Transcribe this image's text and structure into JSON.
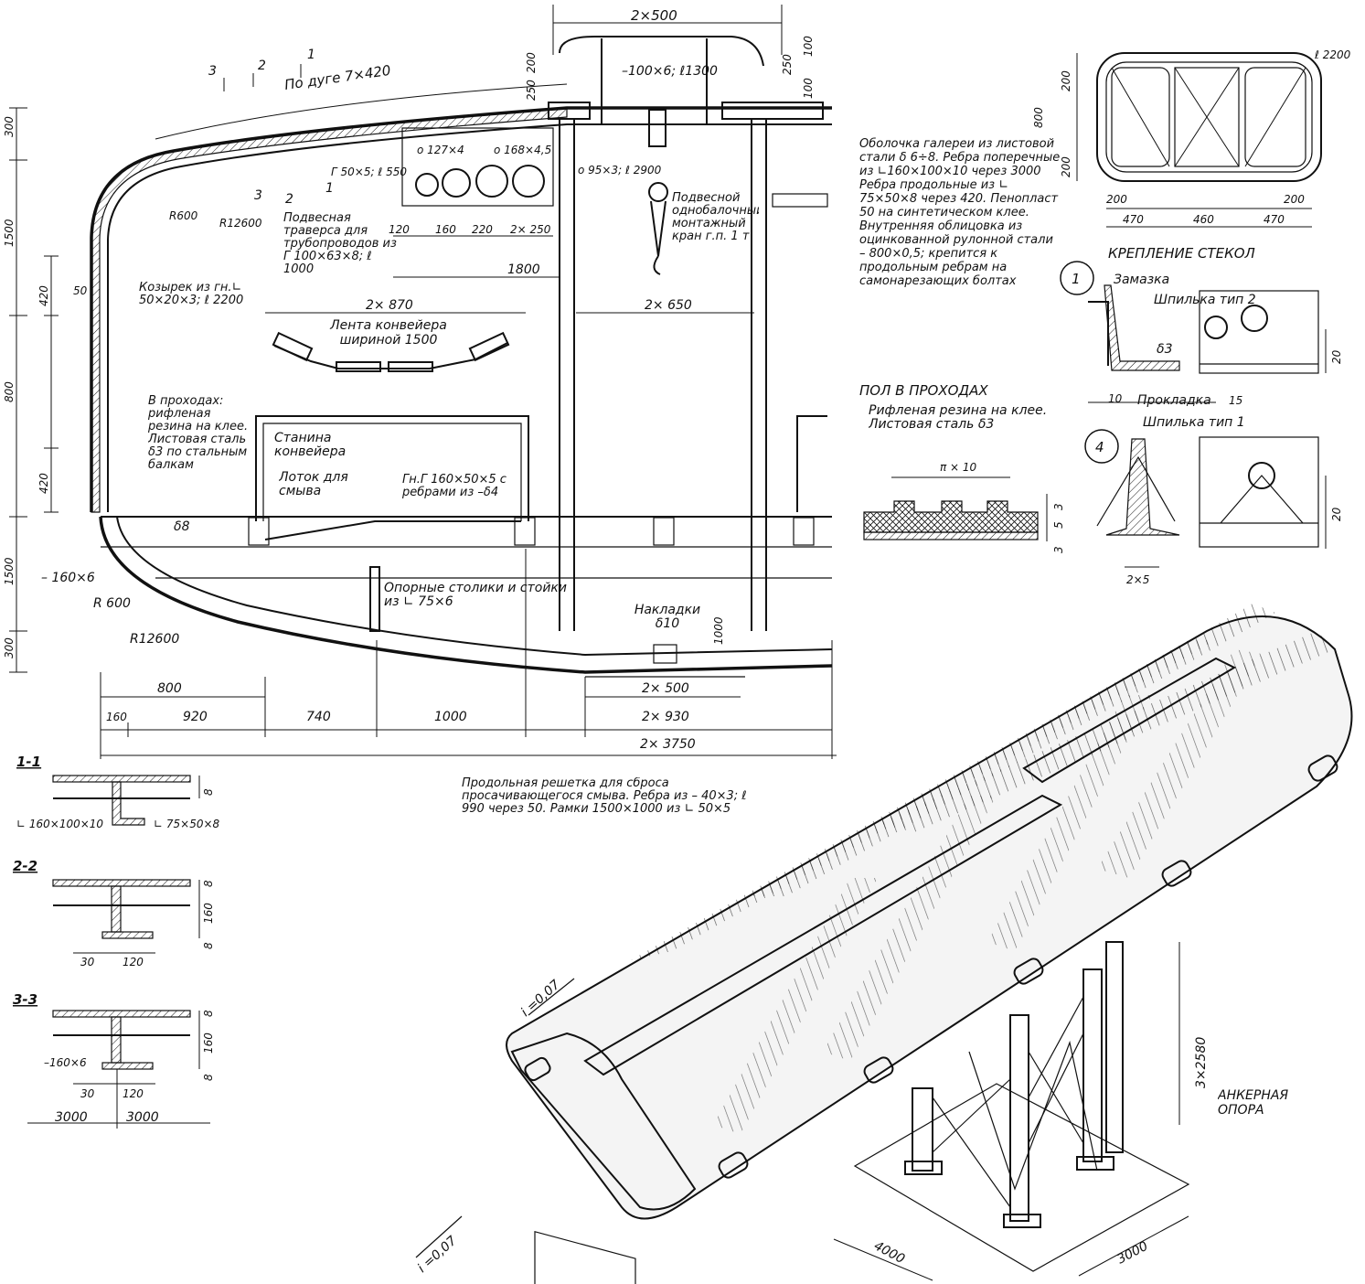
{
  "main_section": {
    "dims_top": [
      "2×500",
      "200",
      "250",
      "100",
      "250",
      "100",
      "100"
    ],
    "arc_label": "По дуге 7×420",
    "section_marks": [
      "3",
      "2",
      "1",
      "3",
      "2",
      "1"
    ],
    "shell_note": "Оболочка галереи из листовой стали δ 6÷8. Ребра поперечные из ∟160×100×10 через 3000 Ребра продольные из ∟ 75×50×8 через 420. Пенопласт 50 на синтетическом клее. Внутренняя облицовка из оцинкованной рулонной стали – 800×0,5; крепится к продольным ребрам на самонарезающих болтах",
    "hanger": "–100×6; ℓ1300",
    "tube_labels": [
      "ο 127×4",
      "ο 168×4,5"
    ],
    "pipe_dim": "ο 95×3; ℓ 2900",
    "channel": "Г 50×5; ℓ 550",
    "crane": "Подвесной однобалочный монтажный кран г.п. 1 т",
    "traverse": "Подвесная траверса для трубопроводов из Г 100×63×8; ℓ 1000",
    "canopy": "Козырек из гн.∟ 50×20×3; ℓ 2200",
    "r600_top": "R600",
    "r12600_top": "R12600",
    "belt": "Лента конвейера шириной 1500",
    "conveyor_frame": "Станина конвейера",
    "wash_tray": "Лоток для смыва",
    "passage": "В проходах: рифленая резина на клее. Листовая сталь δ3 по стальным балкам",
    "channel2": "Гн.Г 160×50×5 с ребрами из –δ4",
    "supports": "Опорные столики и стойки из ∟ 75×6",
    "pads": "Накладки δ10",
    "plate": "– 160×6",
    "r600_bot": "R 600",
    "r12600_bot": "R12600",
    "d8": "δ8",
    "grate": "Продольная решетка для сброса просачивающегося смыва. Ребра из – 40×3; ℓ 990 через 50. Рамки 1500×1000 из ∟ 50×5",
    "dims_left": [
      "300",
      "1500",
      "420",
      "800",
      "420",
      "1500",
      "300"
    ],
    "dims_mid": [
      "120",
      "160",
      "220",
      "2× 250",
      "1800",
      "2× 870",
      "2× 650",
      "50",
      "1000"
    ],
    "dims_bottom": [
      "800",
      "160",
      "920",
      "740",
      "1000",
      "2× 500",
      "2× 930",
      "2× 3750"
    ]
  },
  "window": {
    "dims": [
      "200",
      "800",
      "200",
      "200",
      "200",
      "470",
      "460",
      "470",
      "ℓ 2200"
    ],
    "title": "КРЕПЛЕНИЕ СТЕКОЛ"
  },
  "glass_fix": {
    "detail1_no": "1",
    "putty": "Замазка",
    "pin2": "Шпилька тип 2",
    "d3": "δ3",
    "gasket": "Прокладка",
    "dims1": [
      "10",
      "15",
      "20"
    ],
    "detail4_no": "4",
    "pin1": "Шпилька тип 1",
    "dims4": [
      "2×5",
      "20"
    ]
  },
  "floor": {
    "title": "ПОЛ В ПРОХОДАХ",
    "note": "Рифленая резина на клее. Листовая сталь δ3",
    "dim": "π × 10",
    "side_dims": [
      "3",
      "5",
      "3"
    ]
  },
  "sections": [
    {
      "title": "1-1",
      "left": "∟ 160×100×10",
      "right": "∟ 75×50×8",
      "dims": [
        "8"
      ]
    },
    {
      "title": "2-2",
      "dims": [
        "8",
        "160",
        "8",
        "30",
        "120"
      ]
    },
    {
      "title": "3-3",
      "plate": "–160×6",
      "dims": [
        "8",
        "160",
        "8",
        "30",
        "120",
        "3000",
        "3000"
      ]
    }
  ],
  "iso": {
    "slope1": "i =0,07",
    "slope2": "i =0,07",
    "height": "3×2580",
    "anchor": "АНКЕРНАЯ ОПОРА",
    "base_a": "4000",
    "base_b": "3000"
  }
}
